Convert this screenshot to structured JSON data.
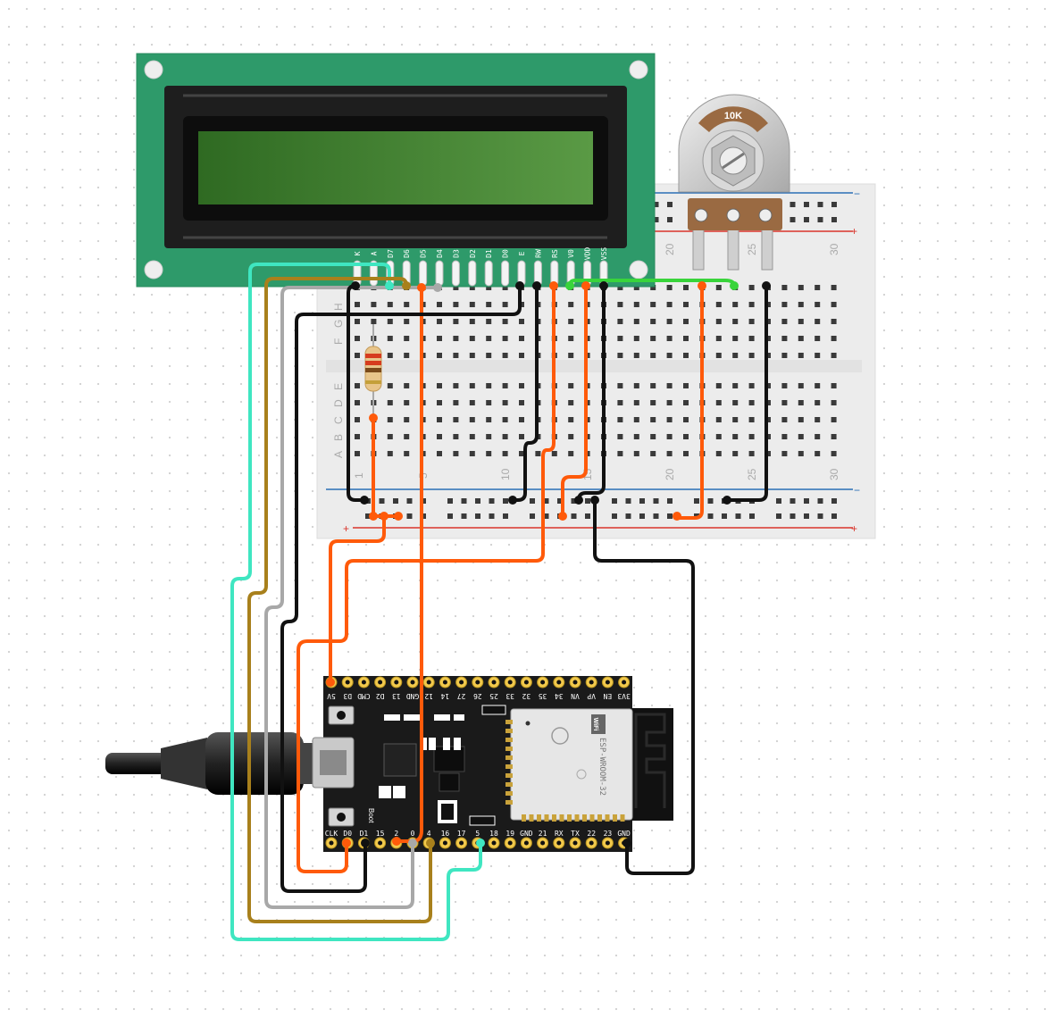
{
  "lcd": {
    "pins": [
      "K",
      "A",
      "D7",
      "D6",
      "D5",
      "D4",
      "D3",
      "D2",
      "D1",
      "D0",
      "E",
      "RW",
      "RS",
      "V0",
      "VDD",
      "VSS"
    ]
  },
  "potentiometer": {
    "value_label": "10K"
  },
  "breadboard": {
    "row_letters": [
      "A",
      "B",
      "C",
      "D",
      "E",
      "F",
      "G",
      "H"
    ],
    "column_numbers": [
      "1",
      "5",
      "10",
      "15",
      "20",
      "25",
      "30"
    ],
    "rail_plus": "+",
    "rail_minus": "−"
  },
  "esp32": {
    "top_pins": [
      "5V",
      "D3",
      "CMD",
      "D2",
      "13",
      "GND",
      "12",
      "14",
      "27",
      "26",
      "25",
      "33",
      "32",
      "35",
      "34",
      "VN",
      "VP",
      "EN",
      "3V3"
    ],
    "bottom_pins": [
      "CLK",
      "D0",
      "D1",
      "15",
      "2",
      "0",
      "4",
      "16",
      "17",
      "5",
      "18",
      "19",
      "GND",
      "21",
      "RX",
      "TX",
      "22",
      "23",
      "GND"
    ],
    "boot_label": "Boot",
    "module_label": "ESP-WROOM-32",
    "wifi_label": "WiFi"
  },
  "colors": {
    "lcd_green": "#2e9a6a",
    "wire_orange": "#ff5a0a",
    "wire_black": "#111111",
    "wire_teal": "#3fe6c1",
    "wire_brown": "#a8801c",
    "wire_gray": "#a8a8a8",
    "wire_green": "#39d43b",
    "board_black": "#1a1a1a"
  }
}
